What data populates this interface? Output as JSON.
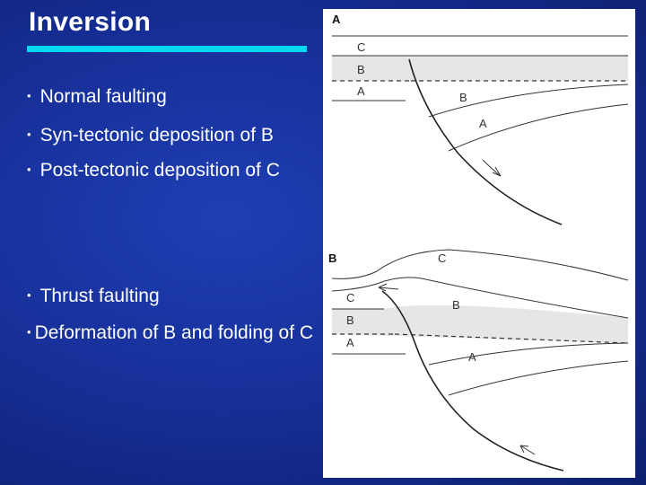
{
  "slide": {
    "title": "Inversion",
    "bullets_top": [
      "Normal faulting",
      "Syn-tectonic deposition of B",
      "Post-tectonic deposition of C"
    ],
    "bullets_bottom": [
      "Thrust faulting",
      "Deformation of B and folding of C"
    ]
  },
  "figure": {
    "panel_a": {
      "label": "A",
      "left_labels": [
        "C",
        "B",
        "A"
      ],
      "right_labels": [
        "B",
        "A"
      ]
    },
    "panel_b": {
      "label": "B",
      "top_label": "C",
      "left_labels": [
        "C",
        "B",
        "A"
      ],
      "right_labels": [
        "B",
        "A"
      ]
    }
  }
}
